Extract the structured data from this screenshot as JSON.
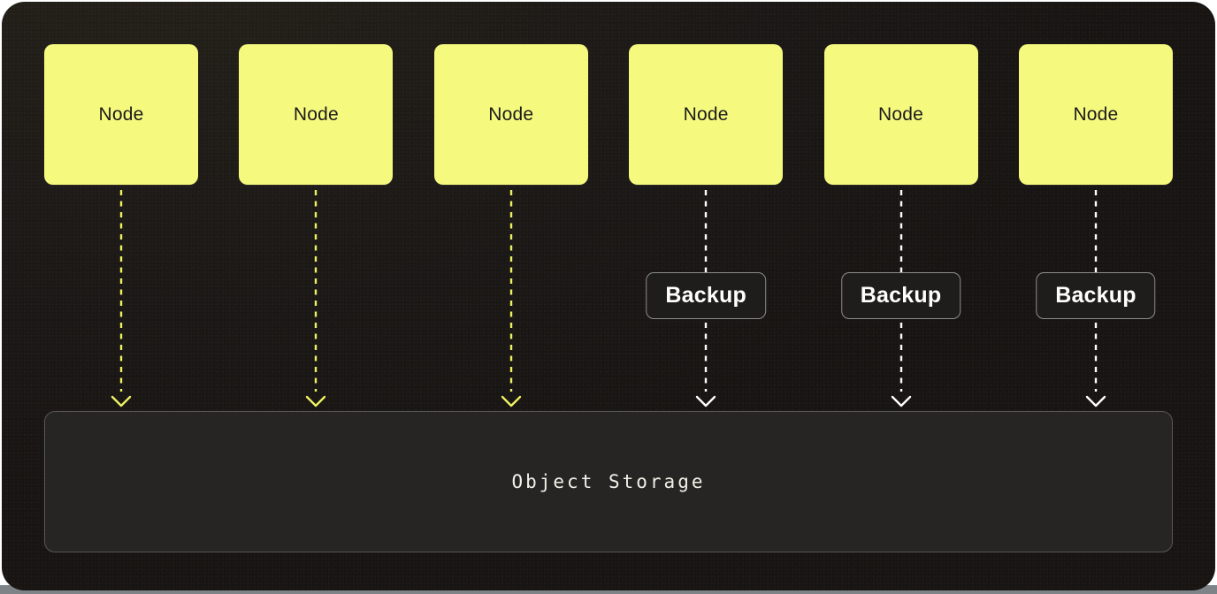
{
  "columns": [
    {
      "node_label": "Node",
      "arrow_color": "#eef162",
      "backup_label": null
    },
    {
      "node_label": "Node",
      "arrow_color": "#eef162",
      "backup_label": null
    },
    {
      "node_label": "Node",
      "arrow_color": "#eef162",
      "backup_label": null
    },
    {
      "node_label": "Node",
      "arrow_color": "#ffffff",
      "backup_label": "Backup"
    },
    {
      "node_label": "Node",
      "arrow_color": "#ffffff",
      "backup_label": "Backup"
    },
    {
      "node_label": "Node",
      "arrow_color": "#ffffff",
      "backup_label": "Backup"
    }
  ],
  "storage": {
    "label": "Object Storage"
  },
  "colors": {
    "panel_bg": "#1b1816",
    "strip_bg": "#7d8387",
    "node_fill": "#f5f97d",
    "node_text": "#1b1b1b",
    "backup_bg": "#1f1d1b",
    "backup_border": "#8d8d8d",
    "backup_text": "#ffffff",
    "storage_bg": "#262524",
    "storage_border": "#575757",
    "storage_text": "#f1f1e8"
  }
}
